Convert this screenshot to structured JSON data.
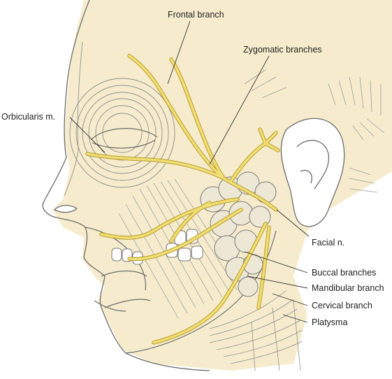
{
  "labels": {
    "frontal_branch": "Frontal branch",
    "zygomatic_branches": "Zygomatic branches",
    "orbicularis": "Orbicularis m.",
    "facial_n": "Facial n.",
    "buccal_branches": "Buccal branches",
    "mandibular_branch": "Mandibular branch",
    "cervical_branch": "Cervical branch",
    "platysma": "Platysma"
  },
  "colors": {
    "skin": "#f6eccd",
    "nerve": "#f0dd74",
    "nerve_outline": "#b89d2a",
    "line": "#6b6b6b",
    "parotid": "#e9e4d4",
    "text": "#222222"
  }
}
